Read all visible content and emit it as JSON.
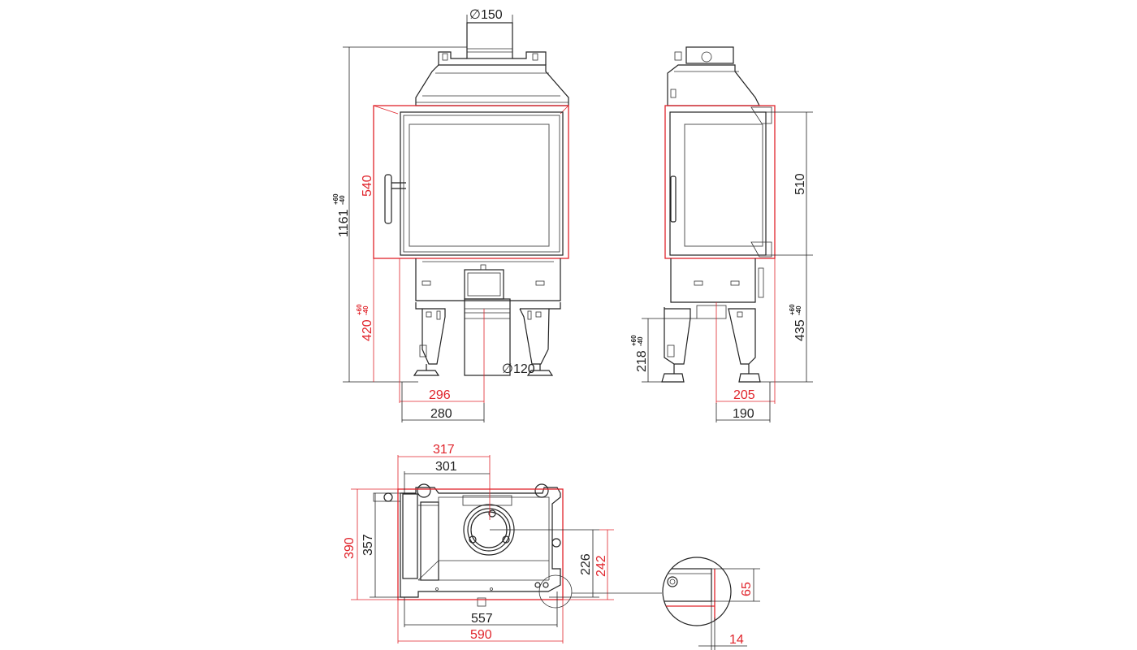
{
  "colors": {
    "outline": "#222222",
    "installation_dimension": "#e0242b"
  },
  "front_view": {
    "flue_diameter": "∅150",
    "air_inlet_diameter": "∅120",
    "total_height": "1161",
    "total_height_tol_plus": "+60",
    "total_height_tol_minus": "-40",
    "opening_height": "540",
    "leg_height": "420",
    "leg_height_tol_plus": "+60",
    "leg_height_tol_minus": "-40",
    "offset_red": "296",
    "offset_black": "280"
  },
  "side_view": {
    "door_height": "510",
    "leg_height": "435",
    "leg_height_tol_plus": "+60",
    "leg_height_tol_minus": "-40",
    "inner_leg_height": "218",
    "inner_leg_tol_plus": "+60",
    "inner_leg_tol_minus": "-40",
    "offset_red": "205",
    "offset_black": "190"
  },
  "top_view": {
    "width_red_top": "317",
    "width_black_top": "301",
    "depth_red": "390",
    "depth_black": "357",
    "center_black": "226",
    "center_red": "242",
    "width_black_bottom": "557",
    "width_red_bottom": "590"
  },
  "detail_view": {
    "dim_vertical": "65",
    "dim_horizontal": "14"
  }
}
